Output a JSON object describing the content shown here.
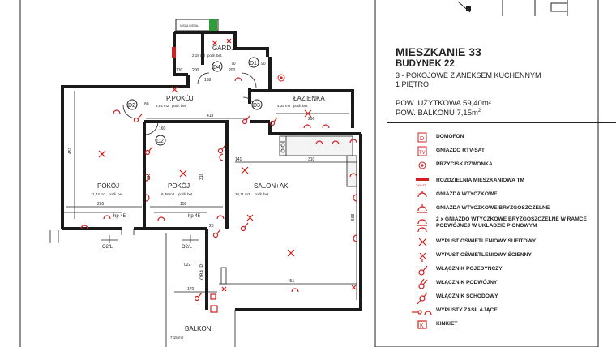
{
  "info": {
    "apartment": "MIESZKANIE 33",
    "building": "BUDYNEK 22",
    "type": "3 - POKOJOWE Z ANEKSEM KUCHENNYM",
    "floor": "1 PIĘTRO",
    "usable_area": "POW. UŻYTKOWA 59,40m²",
    "balcony_area_label": "POW. BALKONU 7,15m",
    "balcony_area_sup": "2"
  },
  "legend": [
    {
      "icon": "intercom-icon",
      "label": "DOMOFON"
    },
    {
      "icon": "tv-socket-icon",
      "label": "GNIAZDO RTV-SAT"
    },
    {
      "icon": "doorbell-button-icon",
      "label": "PRZYCISK DZWONKA"
    },
    {
      "icon": "distribution-board-icon",
      "label": "ROZDZIELNIA MIESZKANIOWA TM"
    },
    {
      "icon": "socket-icon",
      "label": "GNIAZDA WTYCZKOWE"
    },
    {
      "icon": "splashproof-socket-icon",
      "label": "GNIAZDA WTYCZKOWE BRYZGOSZCZELNE"
    },
    {
      "icon": "double-splashproof-socket-icon",
      "label": "2 x GNIAZDO WTYCZKOWE BRYZGOSZCZELNE W RAMCE PODWÓJNEJ W UKŁADZIE PIONOWYM"
    },
    {
      "icon": "ceiling-light-icon",
      "label": "WYPUST OŚWIETLENIOWY SUFITOWY"
    },
    {
      "icon": "wall-light-icon",
      "label": "WYPUST OŚWIETLENIOWY ŚCIENNY"
    },
    {
      "icon": "single-switch-icon",
      "label": "WŁĄCZNIK POJEDYNCZY"
    },
    {
      "icon": "double-switch-icon",
      "label": "WŁĄCZNIK PODWÓJNY"
    },
    {
      "icon": "staircase-switch-icon",
      "label": "WŁĄCZNIK SCHODOWY"
    },
    {
      "icon": "power-outlet-icon",
      "label": "WYPUSTY ZASILAJĄCE"
    },
    {
      "icon": "kinkiet-icon",
      "label": "KINKIET"
    }
  ],
  "rooms": {
    "gard": {
      "name": "GARD.",
      "area": "2,19 m2",
      "floor": "podł. bet."
    },
    "ppokoj": {
      "name": "P.POKÓJ",
      "area": "8,64 m2",
      "floor": "podł. bet."
    },
    "lazienka": {
      "name": "ŁAZIENKA",
      "area": "4,34 m2",
      "floor": "podł. bet."
    },
    "pokoj1": {
      "name": "POKÓJ",
      "area": "11,74 m2",
      "floor": "podł. bet."
    },
    "pokoj2": {
      "name": "POKÓJ",
      "area": "8,38 m2",
      "floor": "podł. bet."
    },
    "salon": {
      "name": "SALON+AK",
      "area": "24,11 m2",
      "floor": "podł. bet."
    },
    "balkon": {
      "name": "BALKON",
      "area": "7,15 m2"
    }
  },
  "doors": [
    "D1",
    "D2",
    "D2",
    "D3",
    "D4"
  ],
  "windows": [
    "O2/L",
    "O2/L",
    "OB4 /P"
  ],
  "dimensions": [
    "418",
    "451",
    "318",
    "310",
    "141",
    "316",
    "265",
    "150",
    "568",
    "451",
    "170",
    "296",
    "130",
    "200",
    "70",
    "80",
    "200",
    "90",
    "138",
    "160",
    "022",
    "25"
  ],
  "sill_labels": [
    "hp 45",
    "hp 45"
  ],
  "small_sign": "NISZA INSTAL."
}
